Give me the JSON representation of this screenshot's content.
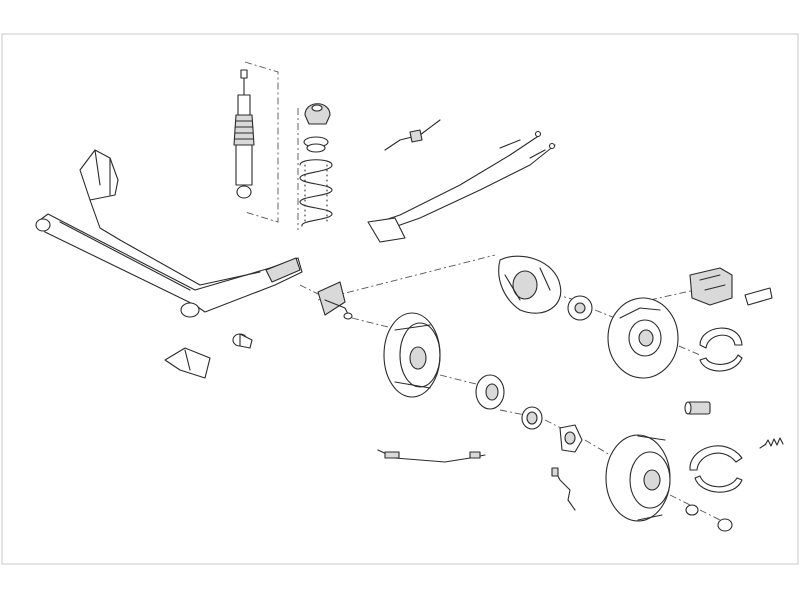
{
  "diagram": {
    "background": "#ffffff",
    "line_color": "#2b2b2b",
    "border_color": "#c8c8c8",
    "components": [
      "rear-axle-beam",
      "shock-absorber",
      "coil-spring",
      "spring-top-mount",
      "spring-seat",
      "parking-brake-cable",
      "brake-backing-plate-disc",
      "brake-backing-plate-drum",
      "wheel-hub",
      "wheel-bearing",
      "brake-disc",
      "brake-drum",
      "brake-caliper",
      "brake-pads",
      "brake-shoes",
      "wheel-cylinder",
      "return-spring",
      "brake-hose",
      "brake-pipe",
      "stub-axle",
      "mounting-bracket",
      "bushing",
      "hub-nut",
      "hub-cap"
    ]
  }
}
